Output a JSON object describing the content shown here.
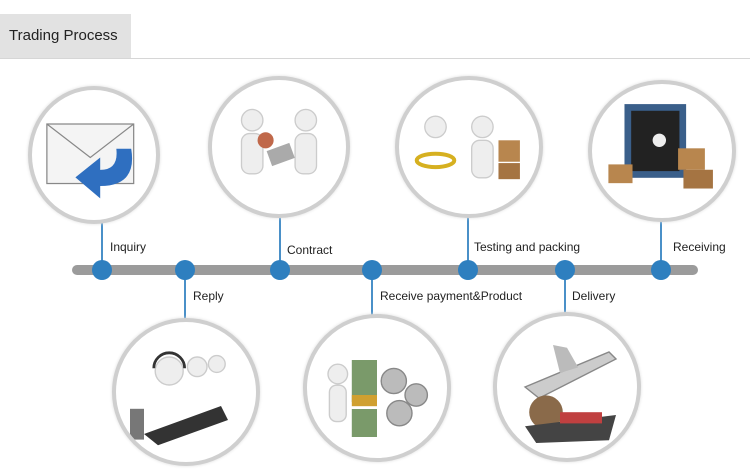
{
  "header": {
    "title": "Trading Process"
  },
  "steps": [
    {
      "label": "Inquiry",
      "icon": "envelope-reply-icon"
    },
    {
      "label": "Reply",
      "icon": "call-center-icon"
    },
    {
      "label": "Contract",
      "icon": "handshake-contract-icon"
    },
    {
      "label": "Receive payment&Product",
      "icon": "money-gears-icon"
    },
    {
      "label": "Testing and packing",
      "icon": "inspection-packing-icon"
    },
    {
      "label": "Delivery",
      "icon": "airplane-ship-icon"
    },
    {
      "label": "Receiving",
      "icon": "container-boxes-icon"
    }
  ],
  "colors": {
    "accent": "#2e7fbf",
    "bar": "#9b9b9b"
  }
}
